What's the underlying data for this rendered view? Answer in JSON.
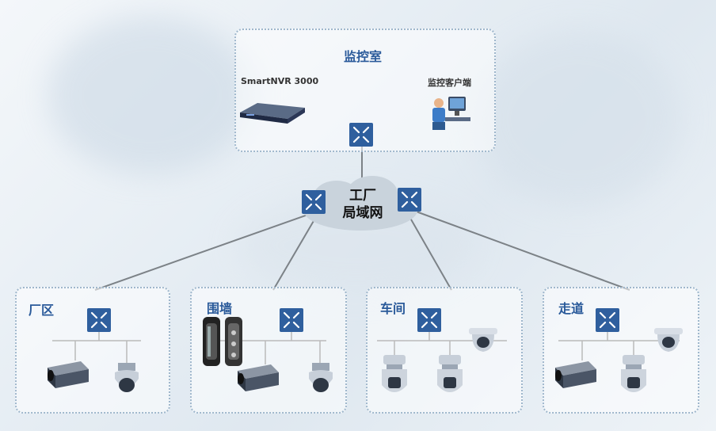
{
  "monitor_room": {
    "title": "监控室",
    "nvr_label": "SmartNVR 3000",
    "client_label": "监控客户端"
  },
  "factory_lan": {
    "line1": "工厂",
    "line2": "局域网"
  },
  "areas": [
    {
      "label": "厂区"
    },
    {
      "label": "围墙"
    },
    {
      "label": "车间"
    },
    {
      "label": "走道"
    }
  ],
  "colors": {
    "switch": "#2f5f9e",
    "region_border": "#9fb7cc",
    "label": "#2a5a9a",
    "cloud": "#c9d3dc",
    "line": "#7c8287"
  }
}
